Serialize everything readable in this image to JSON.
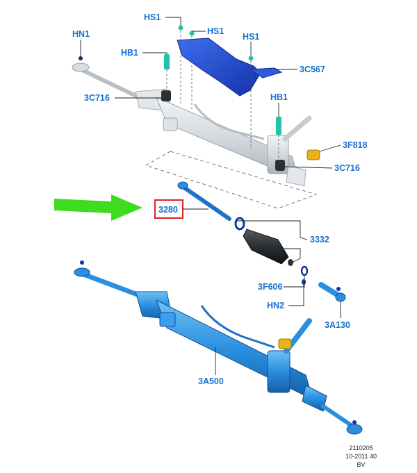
{
  "callouts": {
    "hn1": "HN1",
    "hs1_top": "HS1",
    "hs1_mid": "HS1",
    "hs1_right": "HS1",
    "hb1_left": "HB1",
    "hb1_right": "HB1",
    "c567": "3C567",
    "c716_left": "3C716",
    "c716_right": "3C716",
    "f818": "3F818",
    "p3280": "3280",
    "p3332": "3332",
    "f606": "3F606",
    "hn2": "HN2",
    "a130": "3A130",
    "a500": "3A500"
  },
  "footer": {
    "line1": "2110205",
    "line2": "10-2011 40",
    "line3": "BV"
  },
  "colors": {
    "callout_text": "#1a6fd0",
    "highlight_box": "#e0201e",
    "arrow": "#3ddc1e",
    "blue_part": "#2a8fe0",
    "grey_part": "#d8dde2"
  }
}
